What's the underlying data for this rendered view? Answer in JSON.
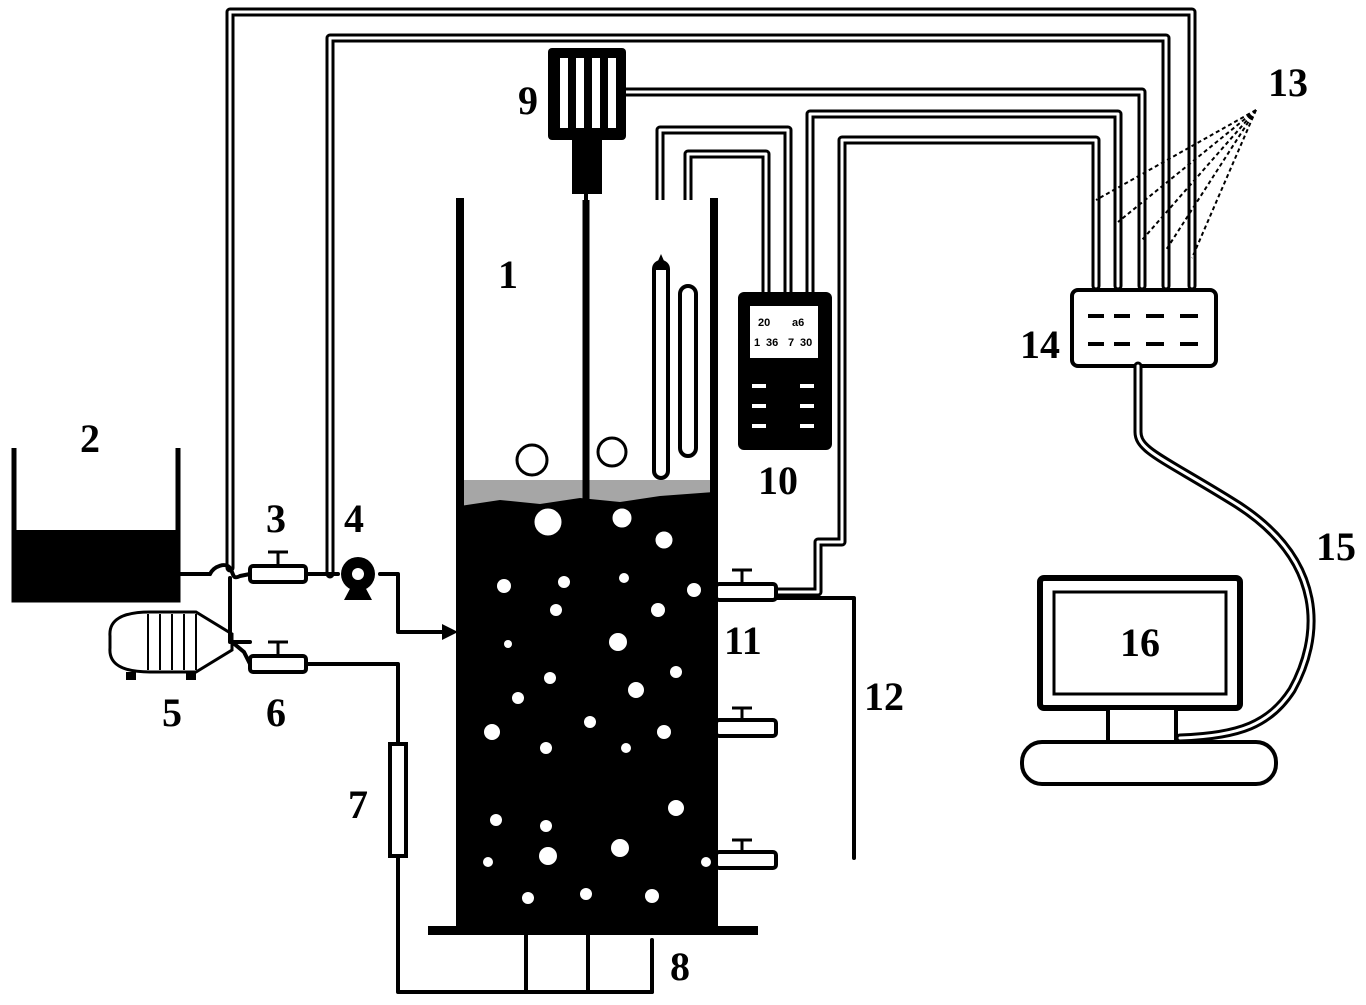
{
  "labels": {
    "reactor": "1",
    "tank": "2",
    "valve_feed": "3",
    "pump": "4",
    "compressor": "5",
    "valve_air": "6",
    "flowmeter": "7",
    "aerator": "8",
    "stirrer": "9",
    "meter": "10",
    "sample_port": "11",
    "drain": "12",
    "cables": "13",
    "acquisition": "14",
    "data_cable": "15",
    "computer": "16"
  },
  "meter_display": {
    "row1_left": "20",
    "row1_right": "a6",
    "row2_left": "1",
    "row2_mid": "36",
    "row2_num": "7",
    "row2_right": "30"
  }
}
